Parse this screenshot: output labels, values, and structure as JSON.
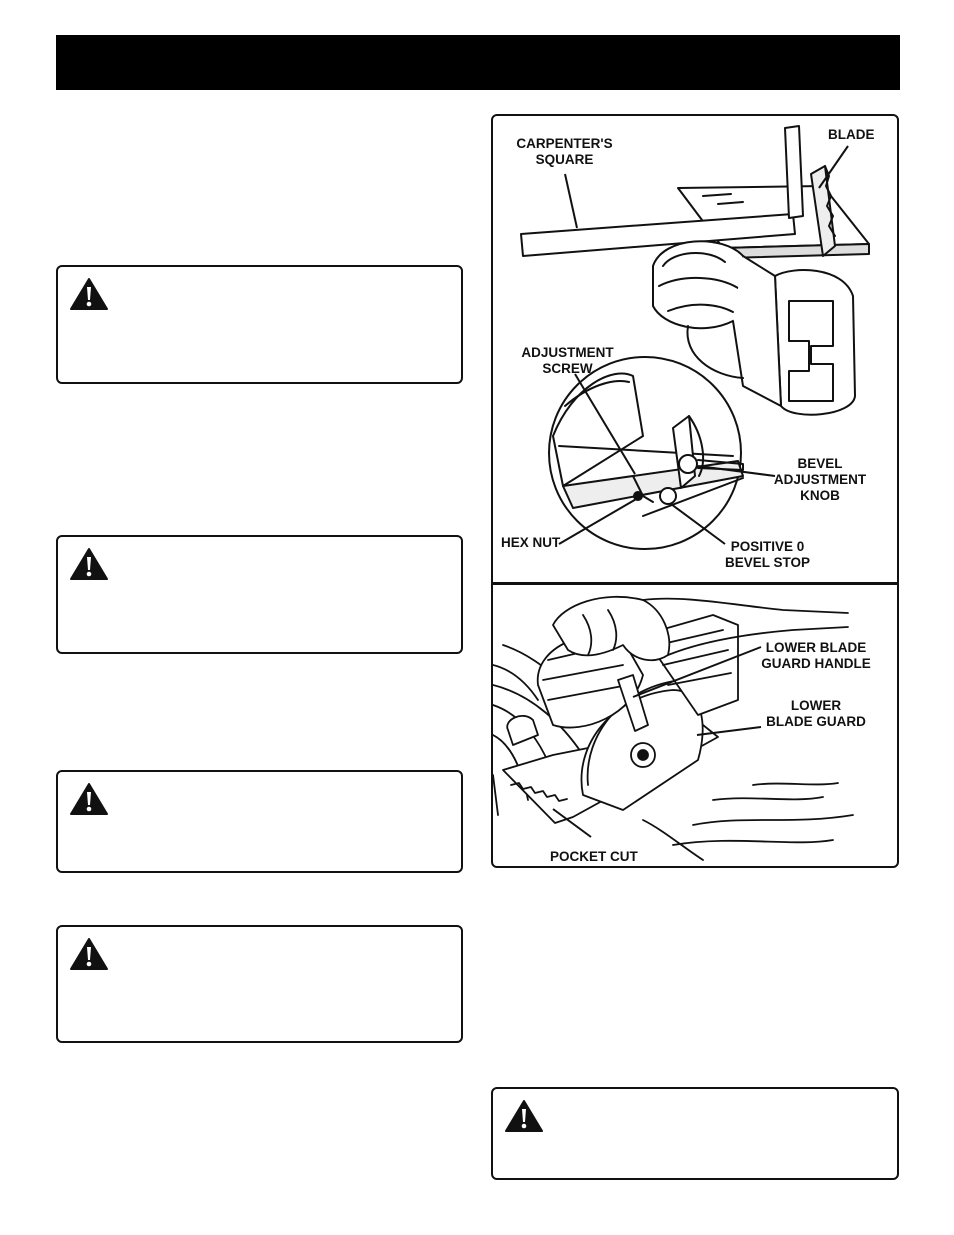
{
  "header": {
    "title": ""
  },
  "icons": {
    "warning": "warning-triangle-icon"
  },
  "figure_top": {
    "labels": {
      "carpenters_square_1": "CARPENTER'S",
      "carpenters_square_2": "SQUARE",
      "blade": "BLADE",
      "adjustment_screw_1": "ADJUSTMENT",
      "adjustment_screw_2": "SCREW",
      "bevel_knob_1": "BEVEL",
      "bevel_knob_2": "ADJUSTMENT",
      "bevel_knob_3": "KNOB",
      "hex_nut": "HEX NUT",
      "positive_stop_1": "POSITIVE 0",
      "positive_stop_2": "BEVEL STOP"
    }
  },
  "figure_bottom": {
    "labels": {
      "lower_guard_handle_1": "LOWER BLADE",
      "lower_guard_handle_2": "GUARD HANDLE",
      "lower_guard_1": "LOWER",
      "lower_guard_2": "BLADE GUARD",
      "pocket_cut": "POCKET CUT"
    }
  }
}
